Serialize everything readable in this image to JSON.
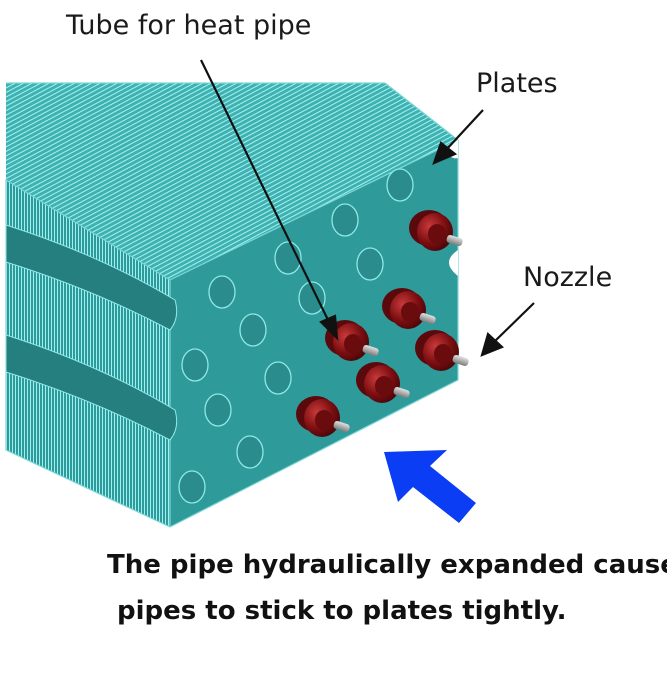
{
  "labels": {
    "tube": "Tube for heat pipe",
    "plates": "Plates",
    "nozzle": "Nozzle"
  },
  "caption": {
    "line1": "The pipe hydraulically expanded causes",
    "line2": "pipes to stick to plates tightly."
  },
  "colors": {
    "plate_face": "#2e9a9a",
    "plate_top": "#52c4c4",
    "plate_edge": "#8fe8e8",
    "hole": "#7fd6d6",
    "tube": "#7e0f12",
    "tube_highlight": "#c83a3a",
    "nozzle": "#a9a9a9",
    "pointer": "#111111",
    "push_arrow": "#0b3df5"
  }
}
